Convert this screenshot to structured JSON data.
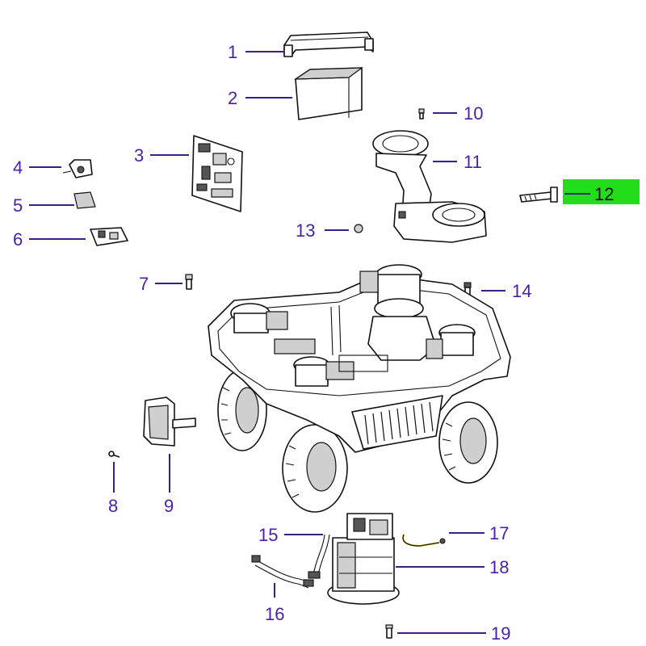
{
  "colors": {
    "label_text": "#4b1fa8",
    "highlight": "#22dd1a",
    "line": "#111111"
  },
  "callouts": [
    {
      "id": "1",
      "text": "1"
    },
    {
      "id": "2",
      "text": "2"
    },
    {
      "id": "3",
      "text": "3"
    },
    {
      "id": "4",
      "text": "4"
    },
    {
      "id": "5",
      "text": "5"
    },
    {
      "id": "6",
      "text": "6"
    },
    {
      "id": "7",
      "text": "7"
    },
    {
      "id": "8",
      "text": "8"
    },
    {
      "id": "9",
      "text": "9"
    },
    {
      "id": "10",
      "text": "10"
    },
    {
      "id": "11",
      "text": "11"
    },
    {
      "id": "12",
      "text": "12",
      "highlighted": true
    },
    {
      "id": "13",
      "text": "13"
    },
    {
      "id": "14",
      "text": "14"
    },
    {
      "id": "15",
      "text": "15"
    },
    {
      "id": "16",
      "text": "16"
    },
    {
      "id": "17",
      "text": "17"
    },
    {
      "id": "18",
      "text": "18"
    },
    {
      "id": "19",
      "text": "19"
    }
  ]
}
